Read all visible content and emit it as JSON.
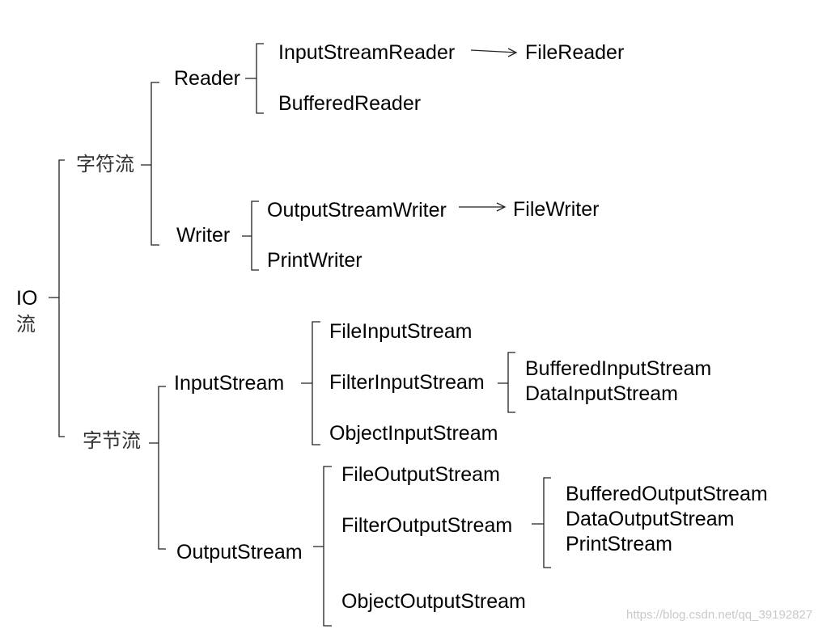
{
  "root": {
    "line1": "IO",
    "line2": "流"
  },
  "char_stream": {
    "label": "字符流",
    "reader": {
      "label": "Reader",
      "children": [
        "InputStreamReader",
        "BufferedReader"
      ],
      "subclass": "FileReader"
    },
    "writer": {
      "label": "Writer",
      "children": [
        "OutputStreamWriter",
        "PrintWriter"
      ],
      "subclass": "FileWriter"
    }
  },
  "byte_stream": {
    "label": "字节流",
    "input": {
      "label": "InputStream",
      "children": [
        "FileInputStream",
        "FilterInputStream",
        "ObjectInputStream"
      ],
      "filter_children": [
        "BufferedInputStream",
        "DataInputStream"
      ]
    },
    "output": {
      "label": "OutputStream",
      "children": [
        "FileOutputStream",
        "FilterOutputStream",
        "ObjectOutputStream"
      ],
      "filter_children": [
        "BufferedOutputStream",
        "DataOutputStream",
        "PrintStream"
      ]
    }
  },
  "watermark": "https://blog.csdn.net/qq_39192827",
  "colors": {
    "line": "#222222",
    "text": "#000000",
    "cjk_text": "#333333",
    "watermark": "#c9c9c9"
  }
}
